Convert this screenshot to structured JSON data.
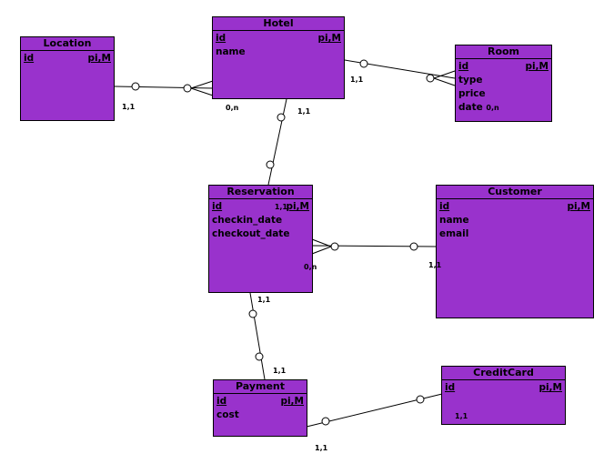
{
  "entities": {
    "location": {
      "title": "Location",
      "pk": "id",
      "badge": "pi,M"
    },
    "hotel": {
      "title": "Hotel",
      "pk": "id",
      "badge": "pi,M",
      "attrs": [
        "name"
      ]
    },
    "room": {
      "title": "Room",
      "pk": "id",
      "badge": "pi,M",
      "attrs": [
        "type",
        "price",
        "date"
      ],
      "date_card": "0,n"
    },
    "reservation": {
      "title": "Reservation",
      "pk": "id",
      "badge": "pi,M",
      "pk_card": "1,1",
      "attrs": [
        "checkin_date",
        "checkout_date"
      ]
    },
    "customer": {
      "title": "Customer",
      "pk": "id",
      "badge": "pi,M",
      "attrs": [
        "name",
        "email"
      ]
    },
    "payment": {
      "title": "Payment",
      "pk": "id",
      "badge": "pi,M",
      "attrs": [
        "cost"
      ]
    },
    "creditcard": {
      "title": "CreditCard",
      "pk": "id",
      "badge": "pi,M",
      "inner_card": "1,1"
    }
  },
  "cardinalities": {
    "location_hotel": "1,1",
    "hotel_location": "0,n",
    "hotel_room": "1,1",
    "hotel_reservation": "1,1",
    "reservation_customer": "0,n",
    "customer_reservation": "1,1",
    "reservation_payment": "1,1",
    "payment_reservation": "1,1",
    "payment_creditcard": "1,1"
  },
  "colors": {
    "entity_fill": "#9932cc",
    "line": "#000000"
  }
}
